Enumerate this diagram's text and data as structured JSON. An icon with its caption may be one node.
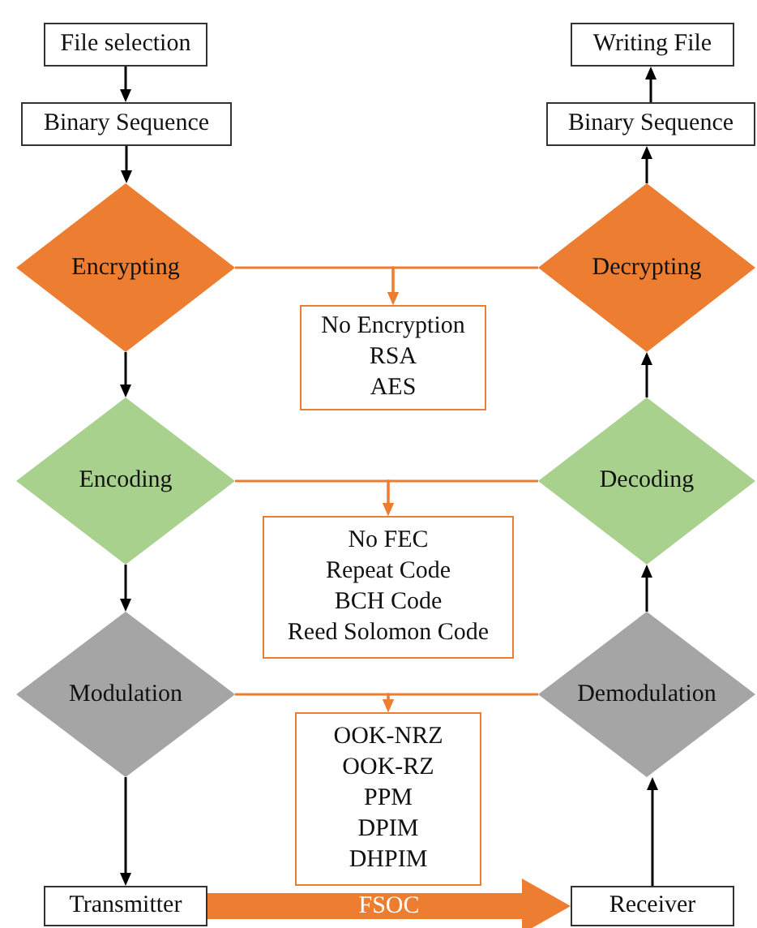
{
  "diagram": {
    "nodes": [
      {
        "text": [
          "File selection"
        ]
      },
      {
        "text": [
          "Binary Sequence"
        ]
      },
      {
        "text": [
          "Encrypting"
        ]
      },
      {
        "text": [
          "Decrypting"
        ]
      },
      {
        "text": [
          "Writing File"
        ]
      },
      {
        "text": [
          "Binary Sequence"
        ]
      },
      {
        "text": [
          "No Encryption",
          "RSA",
          "AES"
        ]
      },
      {
        "text": [
          "Encoding"
        ]
      },
      {
        "text": [
          "Decoding"
        ]
      },
      {
        "text": [
          "No FEC",
          "Repeat Code",
          "BCH Code",
          "Reed Solomon Code"
        ]
      },
      {
        "text": [
          "Modulation"
        ]
      },
      {
        "text": [
          "Demodulation"
        ]
      },
      {
        "text": [
          "OOK-NRZ",
          "OOK-RZ",
          "PPM",
          "DPIM",
          "DHPIM"
        ]
      },
      {
        "text": [
          "Transmitter"
        ]
      },
      {
        "text": [
          "Receiver"
        ]
      }
    ],
    "edges": [
      {
        "from": 0,
        "to": 1,
        "arrow": "to"
      },
      {
        "from": 1,
        "to": 2,
        "arrow": "to"
      },
      {
        "from": 2,
        "to": 7,
        "arrow": "to"
      },
      {
        "from": 7,
        "to": 10,
        "arrow": "to"
      },
      {
        "from": 10,
        "to": 13,
        "arrow": "to"
      },
      {
        "from": 13,
        "to": 14,
        "arrow": "to",
        "label": "FSOC",
        "style": "thick",
        "color": "#ed7d31"
      },
      {
        "from": 14,
        "to": 11,
        "arrow": "to"
      },
      {
        "from": 11,
        "to": 8,
        "arrow": "to"
      },
      {
        "from": 8,
        "to": 3,
        "arrow": "to"
      },
      {
        "from": 3,
        "to": 5,
        "arrow": "to"
      },
      {
        "from": 5,
        "to": 4,
        "arrow": "to"
      },
      {
        "from": 2,
        "to": 6,
        "arrow": "to",
        "color": "#ed7d31"
      },
      {
        "from": 3,
        "to": 6,
        "arrow": "to",
        "color": "#ed7d31"
      },
      {
        "from": 7,
        "to": 9,
        "arrow": "to",
        "color": "#ed7d31"
      },
      {
        "from": 8,
        "to": 9,
        "arrow": "to",
        "color": "#ed7d31"
      },
      {
        "from": 10,
        "to": 12,
        "arrow": "to",
        "color": "#ed7d31"
      },
      {
        "from": 11,
        "to": 12,
        "arrow": "to",
        "color": "#ed7d31"
      }
    ]
  }
}
